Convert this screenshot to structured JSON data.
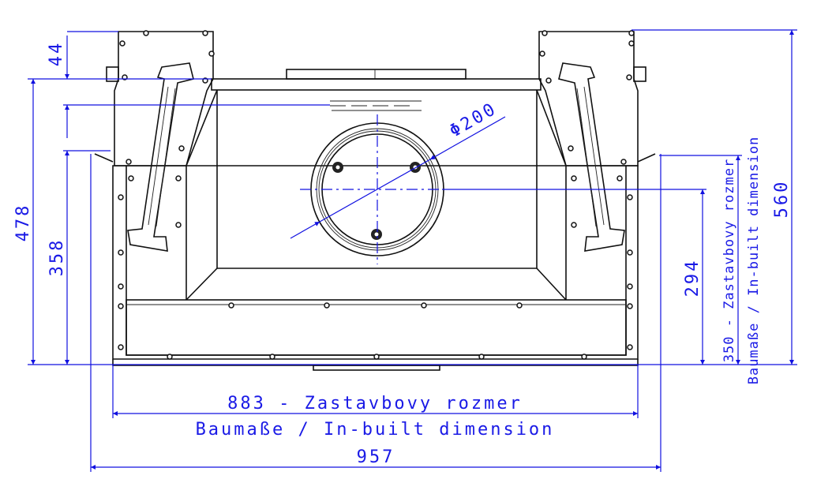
{
  "drawing": {
    "dimensions": {
      "d44": "44",
      "d478": "478",
      "d358": "358",
      "d294": "294",
      "d560": "560",
      "d350_line1": "350 - Zastavbovy rozmer",
      "d350_line2": "Baumaße / In-built dimension",
      "d883_line1": "883 - Zastavbovy rozmer",
      "d883_line2": "Baumaße / In-built dimension",
      "d957": "957",
      "diameter": "Φ200"
    },
    "colors": {
      "dimension": "#1010e0",
      "outline": "#111111"
    }
  }
}
